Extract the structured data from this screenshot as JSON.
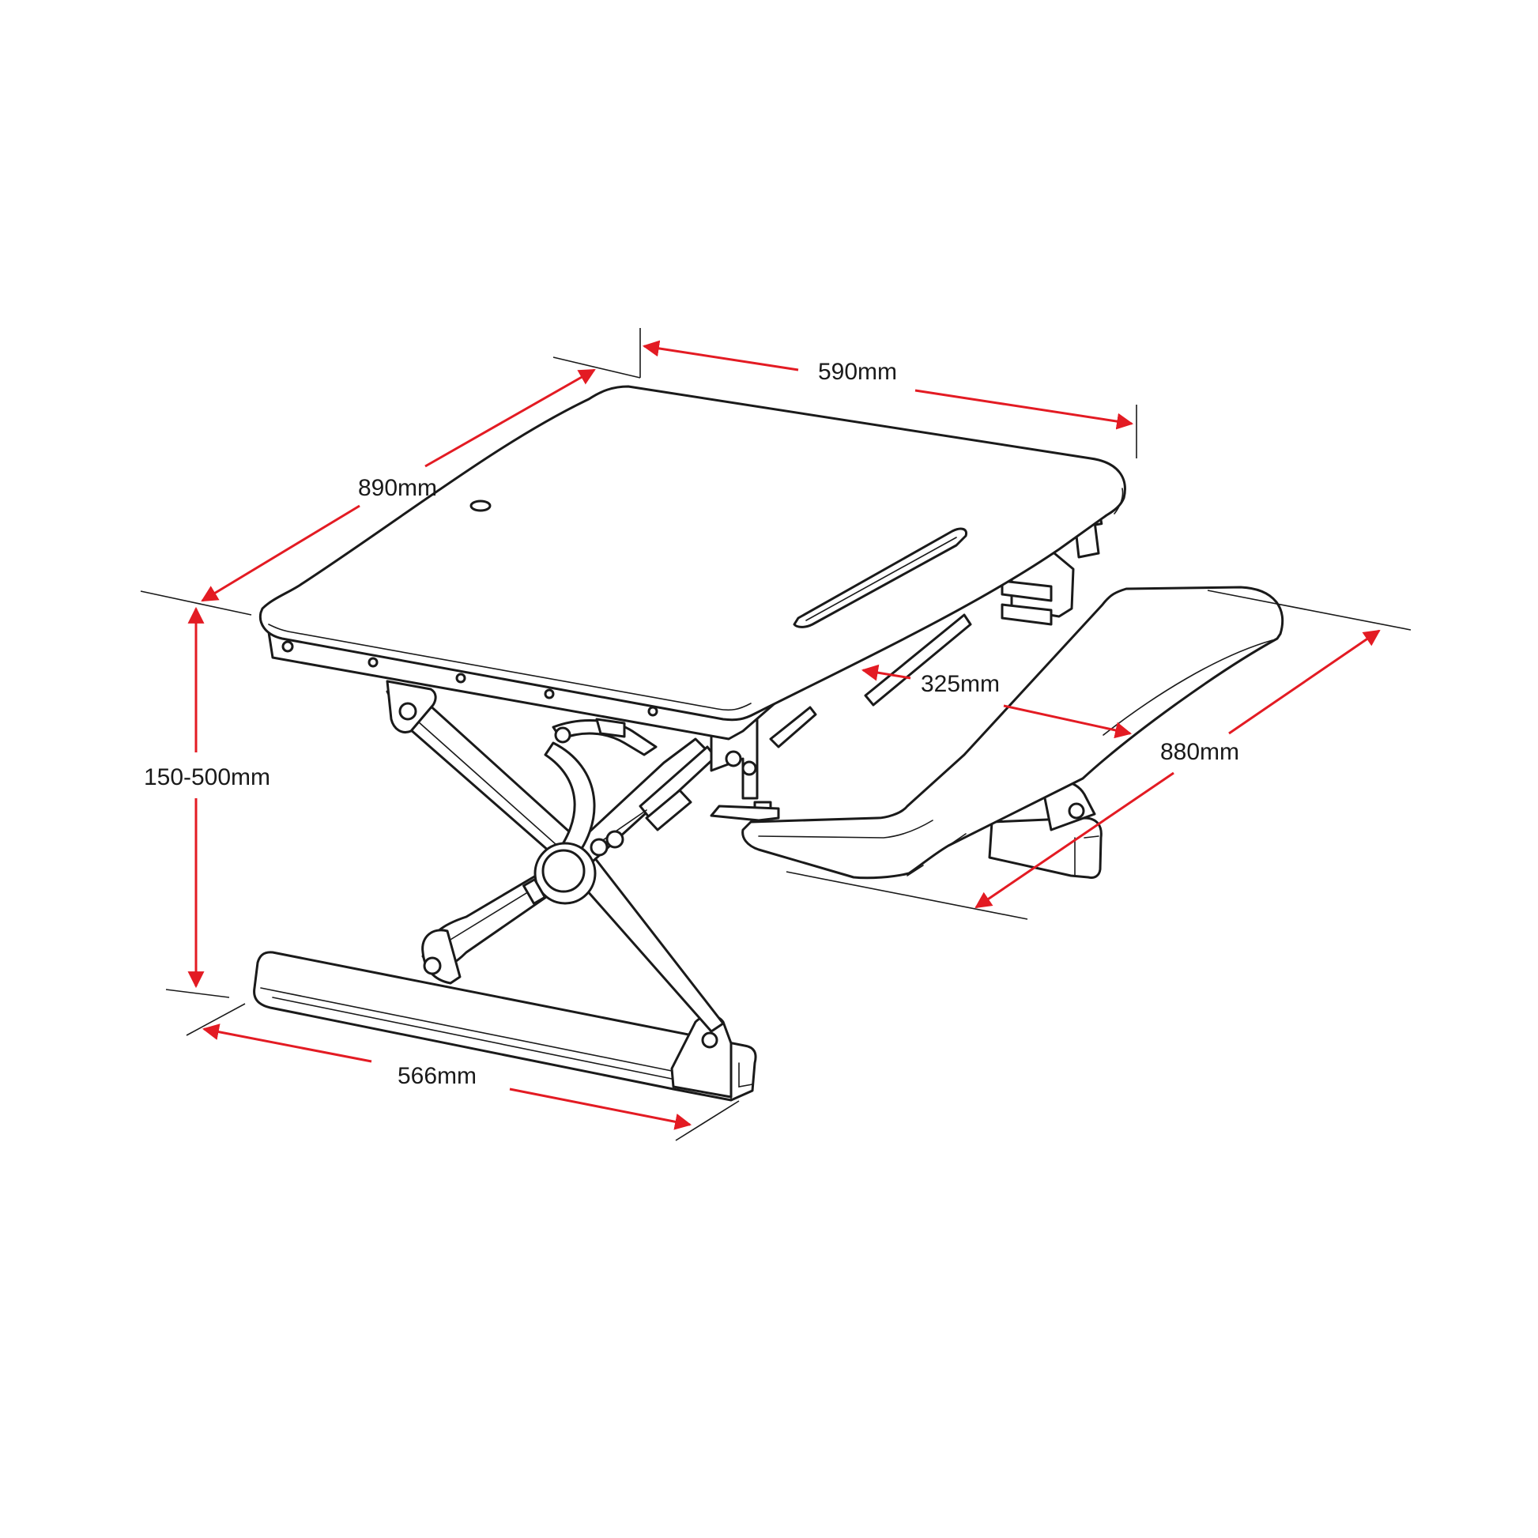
{
  "colors": {
    "line": "#1a1a1a",
    "dimension": "#e31b23",
    "background": "#ffffff"
  },
  "dimensions": {
    "top_width": "590mm",
    "top_depth": "890mm",
    "height_range": "150-500mm",
    "base_width": "566mm",
    "keyboard_depth": "325mm",
    "keyboard_width": "880mm"
  }
}
